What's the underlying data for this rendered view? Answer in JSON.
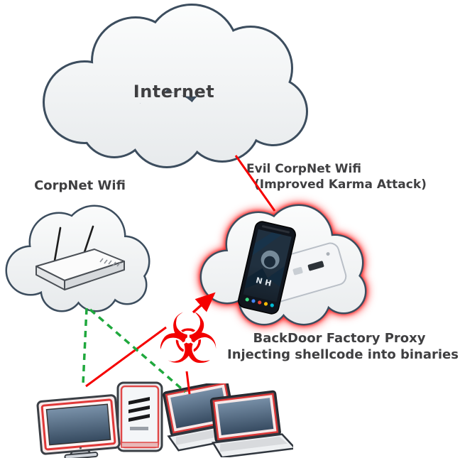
{
  "diagram": {
    "kind": "network-attack-diagram",
    "colors": {
      "background": "#ffffff",
      "cloud_border": "#3c4d5e",
      "cloud_fill_top": "#fcfdfd",
      "cloud_fill_bottom": "#e9ebed",
      "line_red": "#f50000",
      "line_green": "#1fa83d",
      "evil_glow": "#ff0000",
      "biohazard_red": "#f20000",
      "label_text": "#3f3f41",
      "device_accent_red": "#e03838",
      "screen_blue_top": "#7a92aa",
      "screen_blue_bottom": "#2f4358"
    },
    "icons": {
      "corpnet_device": "wifi-router-icon",
      "evil_device": "smartphone-icon",
      "proxy_symbol": "biohazard-icon",
      "victim_left": "desktop-computer-icon",
      "victim_right": "laptops-icon"
    },
    "nodes": {
      "internet": {
        "label": "Internet"
      },
      "corpnet": {
        "label": "CorpNet Wifi"
      },
      "evil": {
        "label_line1": "Evil CorpNet Wifi",
        "label_line2": "(Improved Karma Attack)",
        "screen_text": "N H"
      },
      "proxy": {
        "glyph": "☣",
        "label_line1": "BackDoor Factory Proxy",
        "label_line2": "Injecting shellcode into binaries"
      }
    },
    "links": {
      "internet_to_evil": "red-solid",
      "proxy_to_evil": "red-arrow",
      "desktop_to_proxy": "red-solid",
      "laptop_to_proxy": "red-solid",
      "corpnet_to_desktop": "green-dashed",
      "corpnet_to_laptop": "green-dashed"
    }
  }
}
